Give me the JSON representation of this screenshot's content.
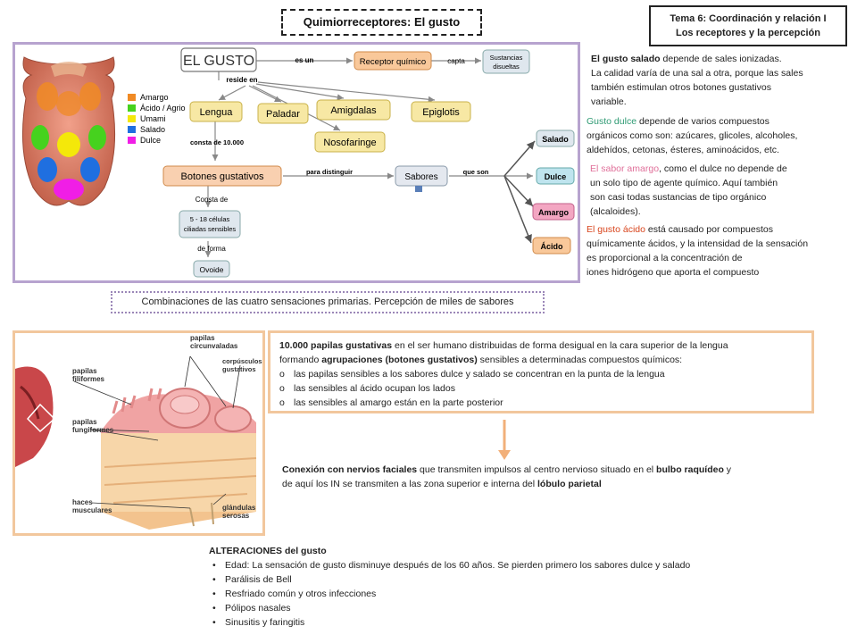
{
  "title": "Quimiorreceptores: El gusto",
  "topic": {
    "line1": "Tema 6: Coordinación y relación I",
    "line2": "Los receptores y la percepción"
  },
  "concept_map": {
    "main": "EL GUSTO",
    "es_un": "es un",
    "receptor": "Receptor químico",
    "capta": "capta",
    "sustancias_line1": "Sustancias",
    "sustancias_line2": "disueltas",
    "reside_en": "reside en",
    "lengua": "Lengua",
    "paladar": "Paladar",
    "amigdalas": "Amigdalas",
    "epiglotis": "Epiglotis",
    "nasofaringe": "Nosofaringe",
    "consta_10000": "consta de 10.000",
    "botones": "Botones gustativos",
    "para_distinguir": "para distinguir",
    "sabores": "Sabores",
    "que_son": "que son",
    "salado": "Salado",
    "dulce": "Dulce",
    "amargo": "Amargo",
    "acido": "Ácido",
    "consta_de": "Consta de",
    "celulas_line1": "5 - 18 células",
    "celulas_line2": "ciliadas sensibles",
    "de_forma": "de forma",
    "ovoide": "Ovoide"
  },
  "tongue_legend": [
    {
      "label": "Amargo",
      "color": "#f08a24"
    },
    {
      "label": "Ácido / Agrio",
      "color": "#46d21e"
    },
    {
      "label": "Umami",
      "color": "#f4e80a"
    },
    {
      "label": "Salado",
      "color": "#1f6fe0"
    },
    {
      "label": "Dulce",
      "color": "#f01ee6"
    }
  ],
  "caption": "Combinaciones de las cuatro sensaciones primarias. Percepción de miles de sabores",
  "salado_text": {
    "bold": "El gusto salado",
    "rest": " depende de sales ionizadas.",
    "l2": "La calidad varía de una sal a otra, porque las sales",
    "l3": "también estimulan otros botones gustativos",
    "l4": "variable."
  },
  "dulce_text": {
    "lead": "Gusto dulce",
    "rest": " depende de varios compuestos",
    "l2": "orgánicos como son: azúcares, glicoles, alcoholes,",
    "l3": "aldehídos, cetonas, ésteres, aminoácidos, etc."
  },
  "amargo_text": {
    "lead": "El sabor amargo",
    "rest": ", como el dulce no depende de",
    "l2": "un solo tipo de agente químico. Aquí también",
    "l3": "son casi todas sustancias de tipo orgánico",
    "l4": "(alcaloides)."
  },
  "acido_text": {
    "lead": "El gusto ácido",
    "rest": " está causado por compuestos",
    "l2": "químicamente ácidos, y la intensidad de la sensación",
    "l3": "es proporcional a la concentración de",
    "l4": "iones hidrógeno que aporta el compuesto"
  },
  "papilla_labels": {
    "circunvaladas_1": "papilas",
    "circunvaladas_2": "circunvaladas",
    "corpusculos_1": "corpúsculos",
    "corpusculos_2": "gustativos",
    "filiformes_1": "papilas",
    "filiformes_2": "filiformes",
    "fungiformes_1": "papilas",
    "fungiformes_2": "fungiformes",
    "haces_1": "haces",
    "haces_2": "musculares",
    "glandulas_1": "glándulas",
    "glandulas_2": "serosas"
  },
  "papilas": {
    "lead": "10.000 papilas gustativas",
    "l1_rest": " en el ser humano distribuidas de forma desigual en la cara superior de la lengua",
    "l2_a": "formando ",
    "l2_b": "agrupaciones (botones gustativos)",
    "l2_c": " sensibles a determinadas compuestos químicos:",
    "items": [
      "las papilas sensibles a los sabores dulce y salado se concentran en la punta de la lengua",
      "las sensibles al ácido ocupan los lados",
      "las sensibles al amargo están en la parte posterior"
    ]
  },
  "conexion": {
    "lead": "Conexión con nervios faciales",
    "a": " que transmiten impulsos al centro nervioso situado en el ",
    "bulbo": "bulbo raquídeo",
    "b": " y",
    "c": "de aquí los IN se transmiten a las zona superior e interna del ",
    "lobulo": "lóbulo parietal"
  },
  "alteraciones": {
    "title": "ALTERACIONES del gusto",
    "items": [
      "Edad: La sensación de gusto disminuye después de los 60 años. Se pierden primero los sabores dulce y salado",
      "Parálisis de Bell",
      "Resfriado común y otros infecciones",
      "Pólipos nasales",
      "Sinusitis y faringitis"
    ]
  }
}
